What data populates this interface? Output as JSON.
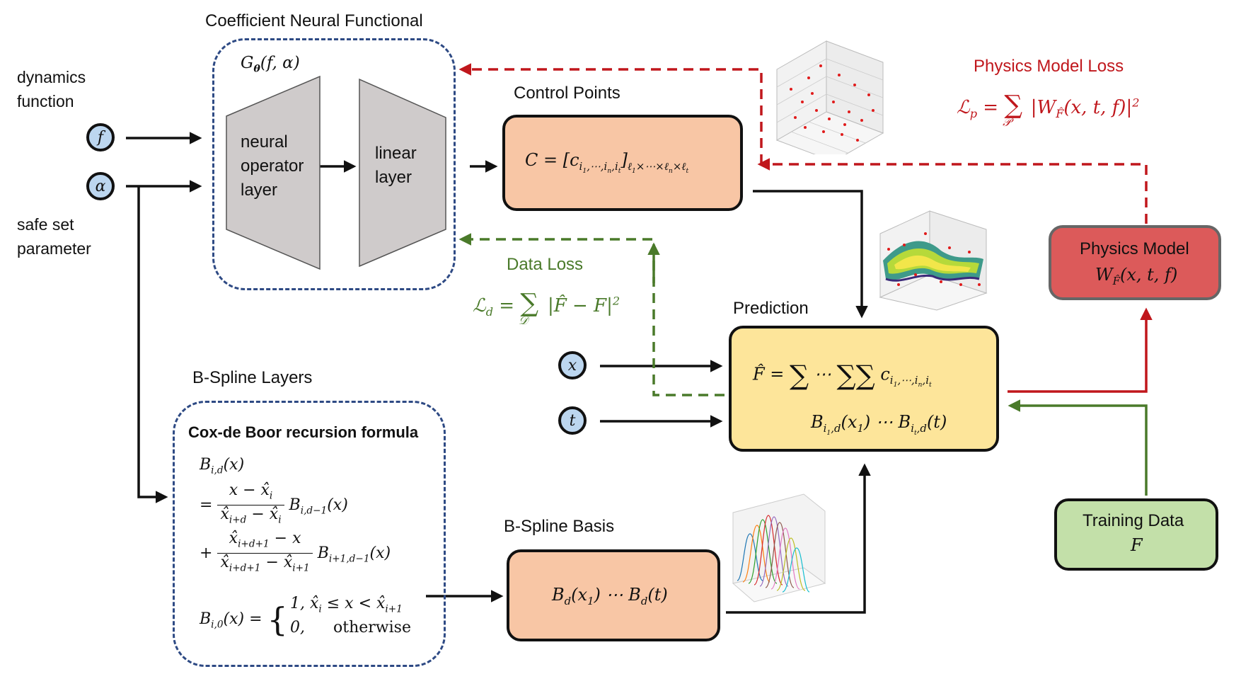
{
  "inputs": {
    "f_symbol": "f",
    "alpha_symbol": "α",
    "x_symbol": "x",
    "t_symbol": "t",
    "dynamics_label": "dynamics\nfunction",
    "safe_set_label": "safe set\nparameter"
  },
  "cnf": {
    "title": "Coefficient Neural Functional",
    "formula": "Gθ(f, α)",
    "neural_operator": "neural\noperator\nlayer",
    "linear_layer": "linear\nlayer"
  },
  "control_points": {
    "title": "Control Points",
    "formula": "C = [c_{i1,⋯,in,it}]_{ℓ1×⋯×ℓn×ℓt}"
  },
  "data_loss": {
    "title": "Data Loss",
    "formula": "ℒd = Σ_𝒟 |F̂ − F|²"
  },
  "physics_loss": {
    "title": "Physics Model Loss",
    "formula": "ℒp = Σ_𝒫 |W_F̂(x, t, f)|²"
  },
  "prediction": {
    "title": "Prediction",
    "formula_line1": "F̂ = Σ Σ Σ c_{i1,⋯,in,it}",
    "formula_line2": "B_{i1,d}(x1) ⋯ B_{it,d}(t)"
  },
  "physics_model": {
    "title": "Physics Model",
    "formula": "W_F̂(x, t, f)"
  },
  "training_data": {
    "title": "Training Data",
    "formula": "F"
  },
  "bspline_layers": {
    "title": "B-Spline Layers",
    "heading": "Cox-de Boor recursion formula"
  },
  "bspline_basis": {
    "title": "B-Spline Basis",
    "formula": "Bd(x1) ⋯ Bd(t)"
  },
  "colors": {
    "dashed_blue": "#2e4a84",
    "loss_red": "#c0171c",
    "loss_green": "#4a7a2a",
    "peach": "#f8c6a5",
    "yellow": "#fde59a",
    "red_box": "#dc5a5a",
    "green_box": "#c3e0a9",
    "node_blue": "#bcd6ef",
    "layer_gray": "#cfcbcb"
  }
}
